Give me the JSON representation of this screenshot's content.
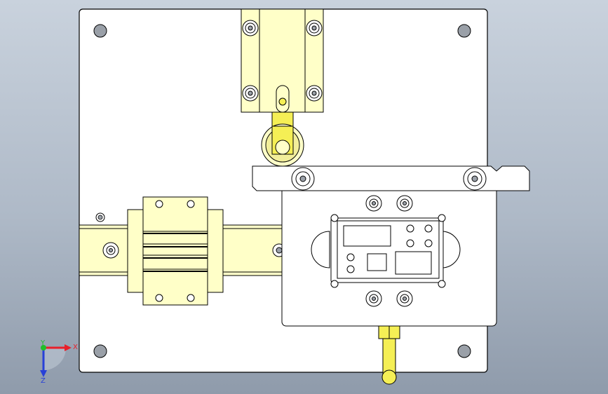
{
  "viewport": {
    "background_top": "#c9d2dd",
    "background_bottom": "#8f9bab"
  },
  "colors": {
    "plate": "#ffffff",
    "part_yellow": "#ffffc8",
    "part_yellow_dark": "#f2ee9a",
    "pin_yellow": "#f5ef55",
    "outline": "#000000",
    "hole_fill": "#9aa0a8",
    "axis_x": "#e8202a",
    "axis_y": "#1fbf2a",
    "axis_z": "#2840d8"
  },
  "triad": {
    "x_label": "X",
    "y_label": "Y",
    "z_label": "Z",
    "icon": "coordinate-triad-icon"
  }
}
